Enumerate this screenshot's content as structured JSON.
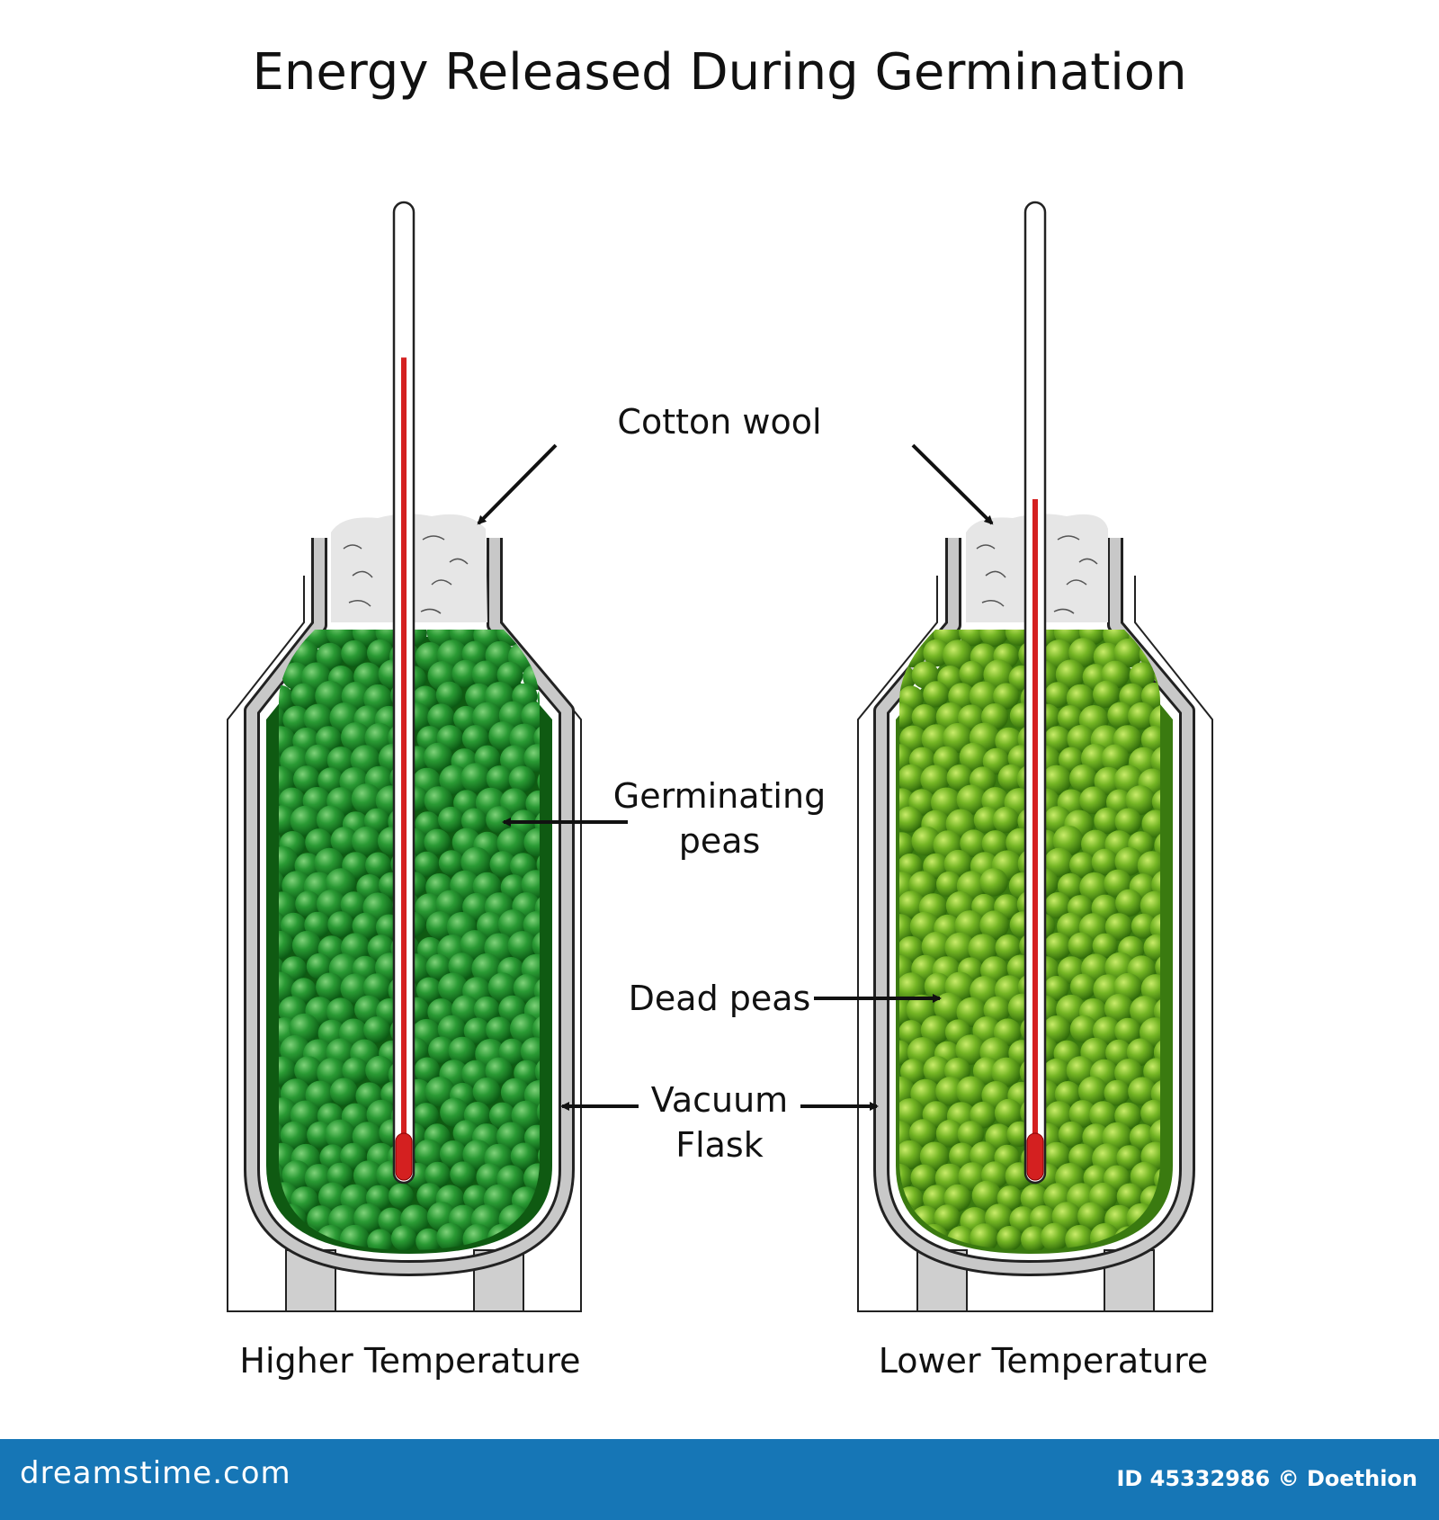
{
  "title": "Energy Released During Germination",
  "labels": {
    "cotton_wool": "Cotton wool",
    "germinating_peas_1": "Germinating",
    "germinating_peas_2": "peas",
    "dead_peas": "Dead peas",
    "vacuum_flask_1": "Vacuum",
    "vacuum_flask_2": "Flask",
    "higher_temperature": "Higher Temperature",
    "lower_temperature": "Lower Temperature"
  },
  "footer": {
    "brand": "dreamstime.com",
    "credit": "ID 45332986 © Doethion"
  },
  "colors": {
    "germinating_pea": "#1f8a2a",
    "dead_pea": "#6fae1e",
    "mercury": "#d42020",
    "footer_bg": "#1676b6"
  },
  "thermometer_levels": {
    "higher_temperature": 0.85,
    "lower_temperature": 0.7
  }
}
